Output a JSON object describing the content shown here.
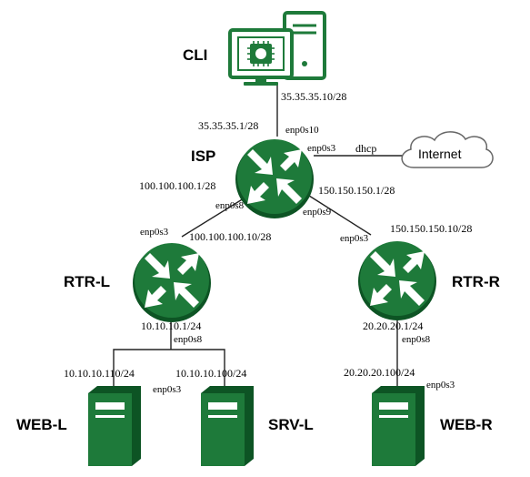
{
  "nodes": {
    "cli": {
      "name": "CLI"
    },
    "isp": {
      "name": "ISP"
    },
    "rtr_l": {
      "name": "RTR-L"
    },
    "rtr_r": {
      "name": "RTR-R"
    },
    "web_l": {
      "name": "WEB-L"
    },
    "srv_l": {
      "name": "SRV-L"
    },
    "web_r": {
      "name": "WEB-R"
    },
    "internet": {
      "name": "Internet"
    }
  },
  "labels": {
    "cli_ip": "35.35.35.10/28",
    "isp_cli_ip": "35.35.35.1/28",
    "isp_cli_if": "enp0s10",
    "isp_inet_if": "enp0s3",
    "isp_inet_mode": "dhcp",
    "isp_l_ip": "100.100.100.1/28",
    "isp_l_if": "enp0s8",
    "isp_r_ip": "150.150.150.1/28",
    "isp_r_if": "enp0s9",
    "rtr_l_wan_if": "enp0s3",
    "rtr_l_wan_ip": "100.100.100.10/28",
    "rtr_r_wan_if": "enp0s3",
    "rtr_r_wan_ip": "150.150.150.10/28",
    "rtr_l_lan_ip": "10.10.10.1/24",
    "rtr_l_lan_if": "enp0s8",
    "rtr_r_lan_ip": "20.20.20.1/24",
    "rtr_r_lan_if": "enp0s8",
    "web_l_ip": "10.10.10.110/24",
    "web_l_if": "enp0s3",
    "srv_l_ip": "10.10.10.100/24",
    "web_r_ip": "20.20.20.100/24",
    "web_r_if": "enp0s3"
  },
  "colors": {
    "device_green": "#1e7a3a",
    "device_dark": "#0d5424",
    "device_white": "#ffffff",
    "cloud_fill": "#ffffff",
    "cloud_stroke": "#666666"
  },
  "icons": {
    "cli": "desktop-computer-icon",
    "routers": "router-icon",
    "servers": "server-tower-icon",
    "internet": "cloud-icon"
  }
}
